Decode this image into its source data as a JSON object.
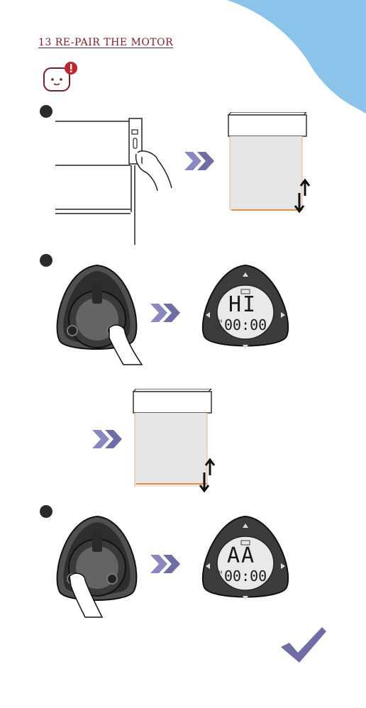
{
  "page": {
    "title": "13  RE-PAIR THE MOTOR",
    "accent": "#7a1d2b",
    "sky": "#8bc3ea",
    "arrow_color": "#6f6da5"
  },
  "icons": {
    "warning_bubble": "motor-warning-icon",
    "next": "double-chevron-icon",
    "done": "checkmark-icon"
  },
  "remotes": {
    "display_1": {
      "text": "HI",
      "am": "A M",
      "pm": "PM",
      "time": "00:00"
    },
    "display_2": {
      "text": "AA",
      "am": "A M",
      "pm": "PM",
      "time": "00:00"
    }
  }
}
